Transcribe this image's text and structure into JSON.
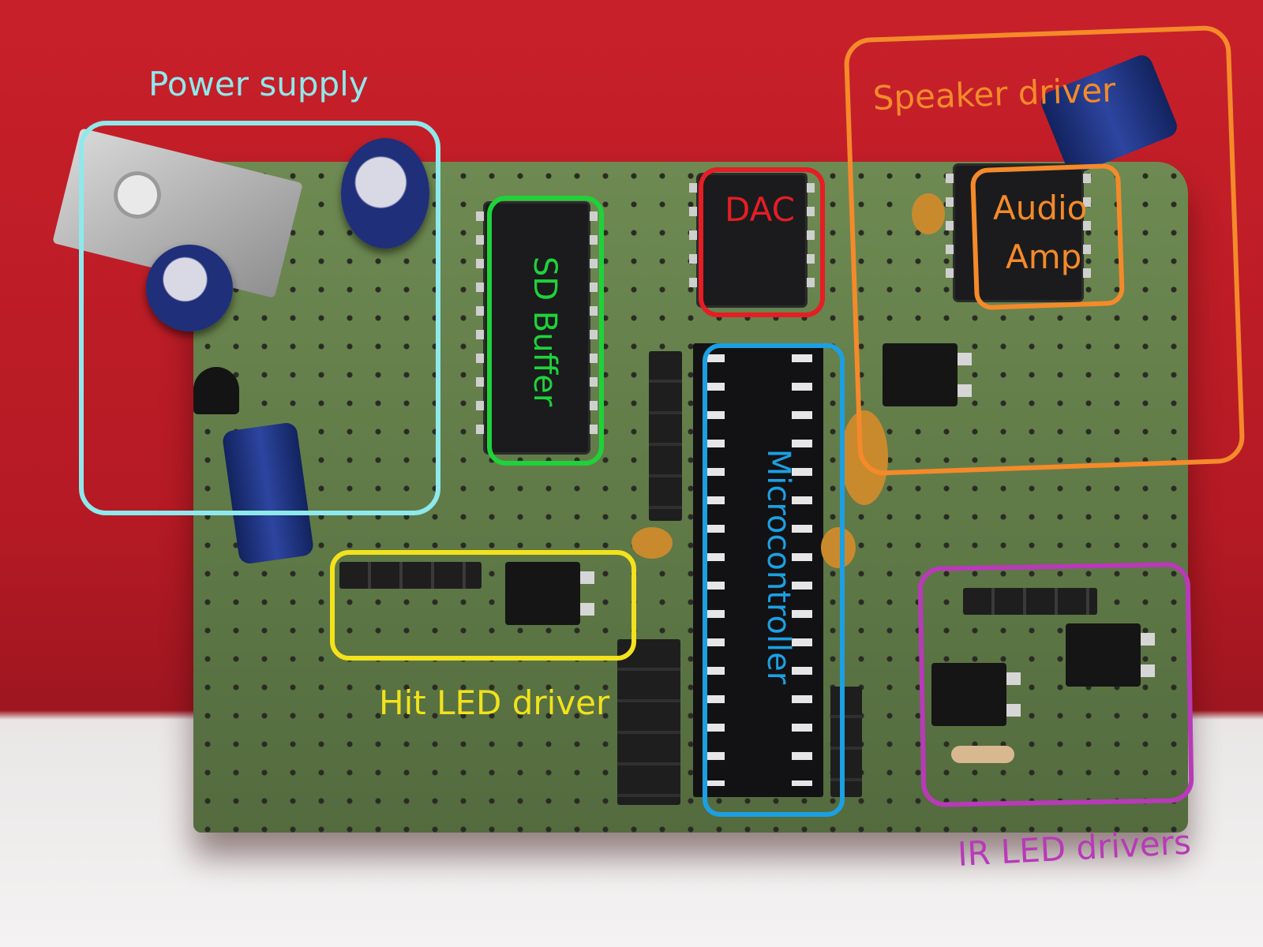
{
  "image": {
    "subject": "hand-soldered perfboard circuit with components outlined by colored annotation boxes",
    "colors": {
      "background_red": "#c8202a",
      "table_white": "#f2f0f0",
      "board_green": "#5c7446"
    }
  },
  "annotations": [
    {
      "id": "power-supply",
      "label": "Power supply",
      "color": "#8fe9ec"
    },
    {
      "id": "sd-buffer",
      "label": "SD Buffer",
      "color": "#1fd23a"
    },
    {
      "id": "dac",
      "label": "DAC",
      "color": "#e51d25"
    },
    {
      "id": "speaker-driver",
      "label": "Speaker driver",
      "color": "#f48a2a"
    },
    {
      "id": "audio-amp",
      "label_line1": "Audio",
      "label_line2": "Amp",
      "color": "#f48a2a"
    },
    {
      "id": "microcontroller",
      "label": "Microcontroller",
      "color": "#1ca0e3"
    },
    {
      "id": "hit-led-driver",
      "label": "Hit LED driver",
      "color": "#f3e21c"
    },
    {
      "id": "ir-led-drivers",
      "label": "IR LED drivers",
      "color": "#b83ab8"
    }
  ]
}
